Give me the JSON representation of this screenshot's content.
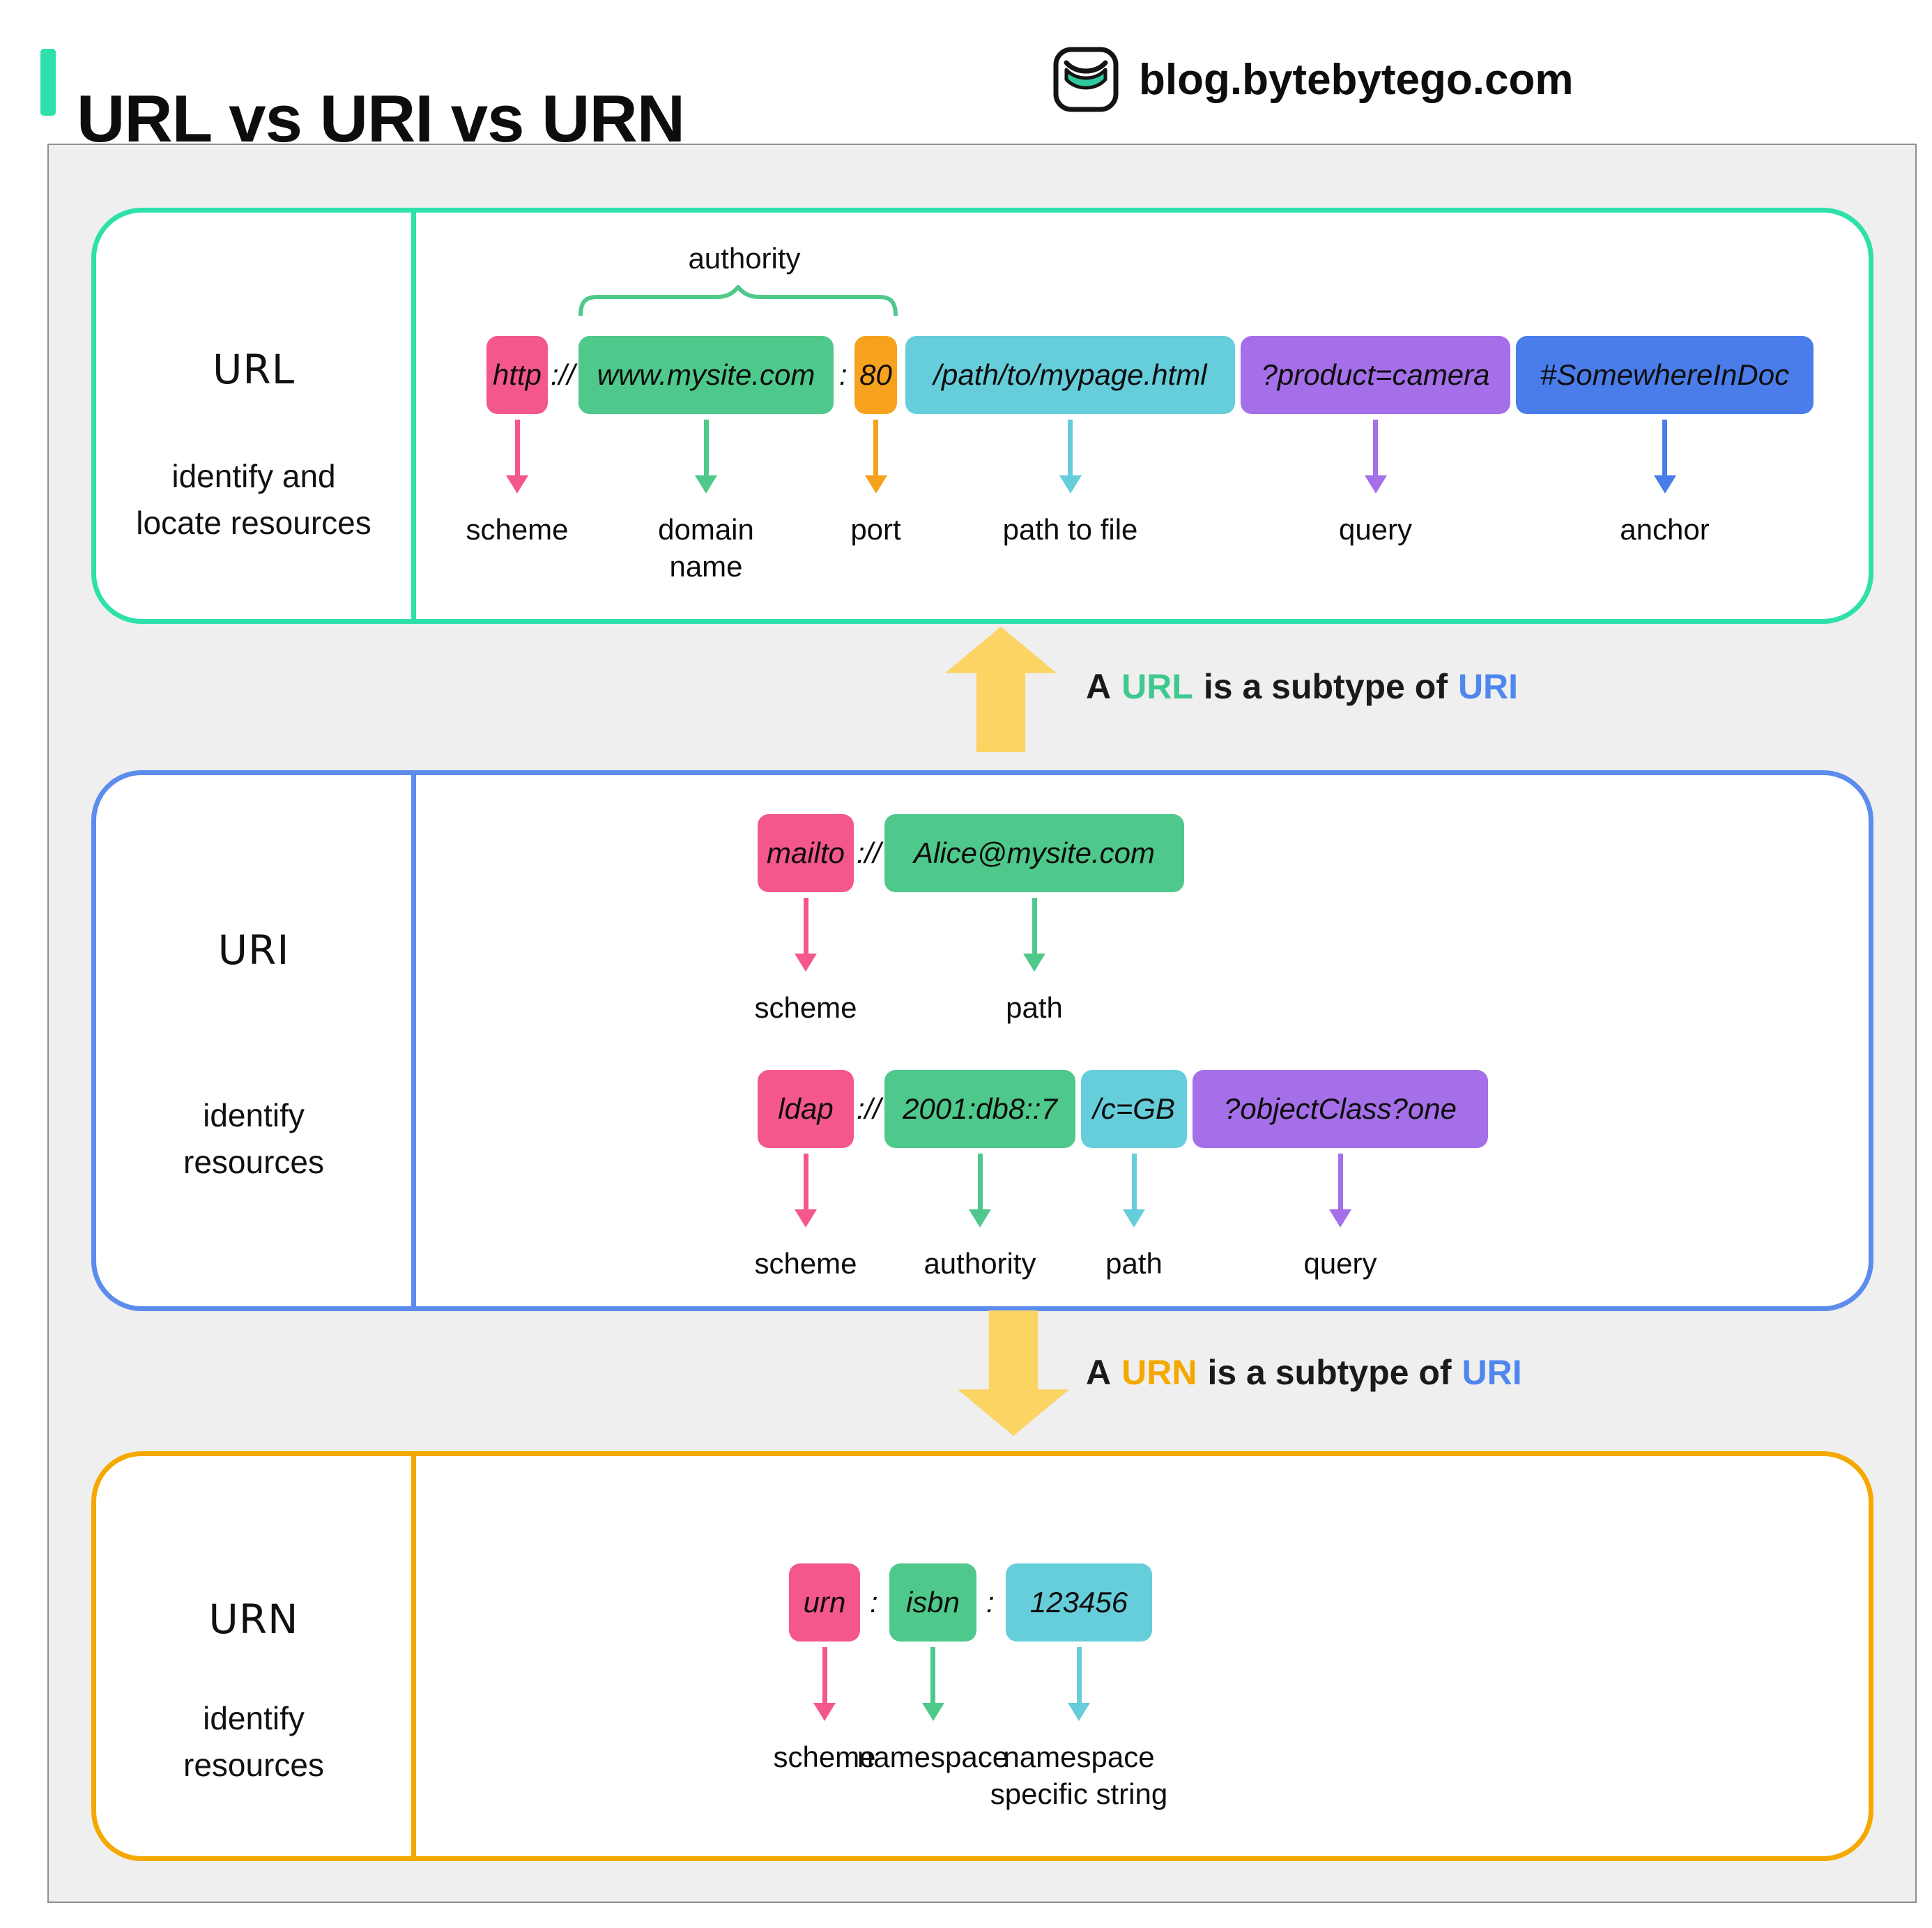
{
  "header": {
    "title": "URL vs URI vs URN",
    "site": "blog.bytebytego.com",
    "logo": "bytebytego-logo"
  },
  "palette": {
    "pink": "#F4578C",
    "green": "#4EC98B",
    "orange": "#F6A21E",
    "teal": "#66CDDB",
    "purple": "#A46FE8",
    "blue": "#4A7DE9",
    "section_url_border": "#2EE0A9",
    "section_uri_border": "#5C8CEC",
    "section_urn_border": "#F5A800",
    "big_arrow": "#FBD464",
    "panel_background": "#EFEFEF"
  },
  "url_section": {
    "heading": "URL",
    "description": "identify and\nlocate resources",
    "authority_label": "authority",
    "parts": {
      "scheme": {
        "text": "http",
        "suffix": "://",
        "label": "scheme",
        "color": "#F4578C"
      },
      "domain": {
        "text": "www.mysite.com",
        "suffix": ":",
        "label": "domain\nname",
        "color": "#4EC98B"
      },
      "port": {
        "text": "80",
        "label": "port",
        "color": "#F6A21E"
      },
      "path": {
        "text": "/path/to/mypage.html",
        "label": "path to file",
        "color": "#66CDDB"
      },
      "query": {
        "text": "?product=camera",
        "label": "query",
        "color": "#A46FE8"
      },
      "anchor": {
        "text": "#SomewhereInDoc",
        "label": "anchor",
        "color": "#4A7DE9"
      }
    }
  },
  "notes": {
    "url_subtype": {
      "prefix": "A",
      "subject": "URL",
      "middle": "is a subtype of",
      "object": "URI"
    },
    "urn_subtype": {
      "prefix": "A",
      "subject": "URN",
      "middle": "is a subtype of",
      "object": "URI"
    }
  },
  "uri_section": {
    "heading": "URI",
    "description": "identify\nresources",
    "example1": {
      "scheme": {
        "text": "mailto",
        "suffix": "://",
        "label": "scheme",
        "color": "#F4578C"
      },
      "path": {
        "text": "Alice@mysite.com",
        "label": "path",
        "color": "#4EC98B"
      }
    },
    "example2": {
      "scheme": {
        "text": "ldap",
        "suffix": "://",
        "label": "scheme",
        "color": "#F4578C"
      },
      "authority": {
        "text": "2001:db8::7",
        "label": "authority",
        "color": "#4EC98B"
      },
      "path": {
        "text": "/c=GB",
        "label": "path",
        "color": "#66CDDB"
      },
      "query": {
        "text": "?objectClass?one",
        "label": "query",
        "color": "#A46FE8"
      }
    }
  },
  "urn_section": {
    "heading": "URN",
    "description": "identify\nresources",
    "parts": {
      "scheme": {
        "text": "urn",
        "suffix": ":",
        "label": "scheme",
        "color": "#F4578C"
      },
      "namespace": {
        "text": "isbn",
        "suffix": ":",
        "label": "namespace",
        "color": "#4EC98B"
      },
      "nss": {
        "text": "123456",
        "label": "namespace\nspecific string",
        "color": "#66CDDB"
      }
    }
  }
}
